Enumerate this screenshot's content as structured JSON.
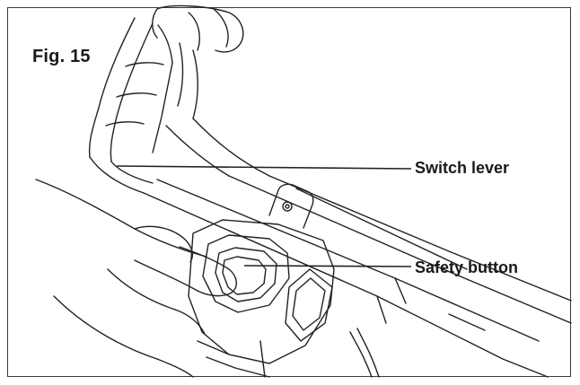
{
  "figure": {
    "title": "Fig. 15",
    "callouts": {
      "switch_lever": "Switch lever",
      "safety_button": "Safety button"
    }
  },
  "colors": {
    "line": "#222222",
    "frame": "#3a3a3a",
    "background": "#ffffff",
    "text": "#1a1a1a"
  }
}
